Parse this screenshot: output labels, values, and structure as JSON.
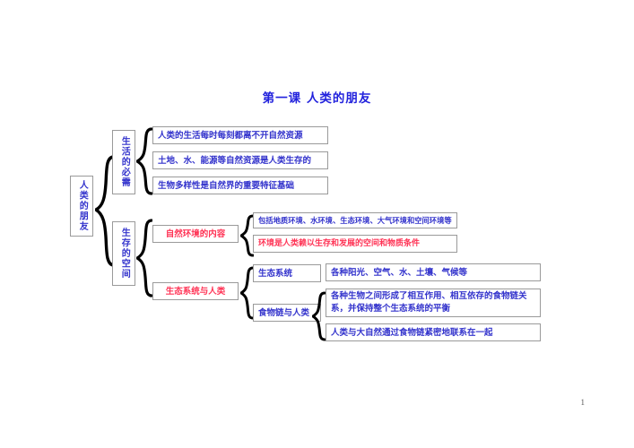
{
  "document": {
    "title": "第一课  人类的朋友",
    "page_number": "1"
  },
  "diagram": {
    "root": {
      "label": "人类的朋友",
      "color": "#3333cc"
    },
    "level1": [
      {
        "label": "生活的必需",
        "color": "#3333cc"
      },
      {
        "label": "生存的空间",
        "color": "#3333cc"
      }
    ],
    "life_necessities_items": [
      {
        "label": "人类的生活每时每刻都离不开自然资源",
        "color": "#3333cc"
      },
      {
        "label": "土地、水、能源等自然资源是人类生存的",
        "color": "#3333cc"
      },
      {
        "label": "生物多样性是自然界的重要特征基础",
        "color": "#3333cc"
      }
    ],
    "living_space": {
      "natural_environment": {
        "label": "自然环境的内容",
        "color": "#ff3355",
        "items": [
          {
            "label": "包括地质环境、水环境、生态环境、大气环境和空间环境等",
            "color": "#3333cc"
          },
          {
            "label": "环境是人类赖以生存和发展的空间和物质条件",
            "color": "#ff3355"
          }
        ]
      },
      "ecosystem_and_human": {
        "label": "生态系统与人类",
        "color": "#ff3355",
        "children": [
          {
            "label": "生态系统",
            "color": "#3333cc",
            "items": [
              {
                "label": "各种阳光、空气、水、土壤、气候等",
                "color": "#3333cc"
              }
            ]
          },
          {
            "label": "食物链与人类",
            "color": "#3333cc",
            "items": [
              {
                "label": "各种生物之间形成了相互作用、相互依存的食物链关系，并保持整个生态系统的平衡",
                "color": "#3333cc"
              },
              {
                "label": "人类与大自然通过食物链紧密地联系在一起",
                "color": "#3333cc"
              }
            ]
          }
        ]
      }
    }
  }
}
